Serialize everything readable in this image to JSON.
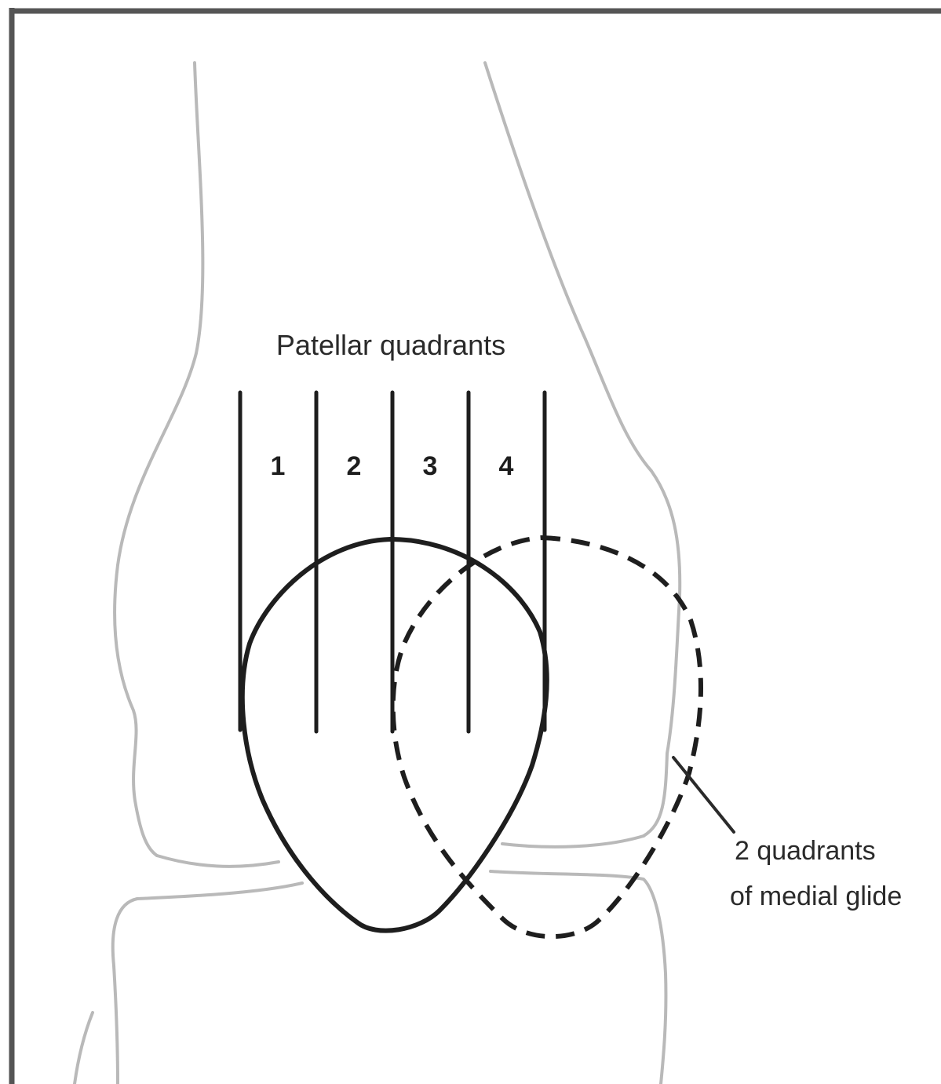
{
  "diagram": {
    "title": "Patellar quadrants",
    "quadrant_labels": [
      "1",
      "2",
      "3",
      "4"
    ],
    "annotation": {
      "line1": "2 quadrants",
      "line2": "of medial glide"
    },
    "colors": {
      "bone_outline": "#b9b9b9",
      "patella_outline": "#1e1e1e",
      "frame": "#444444",
      "background": "#ffffff"
    }
  }
}
